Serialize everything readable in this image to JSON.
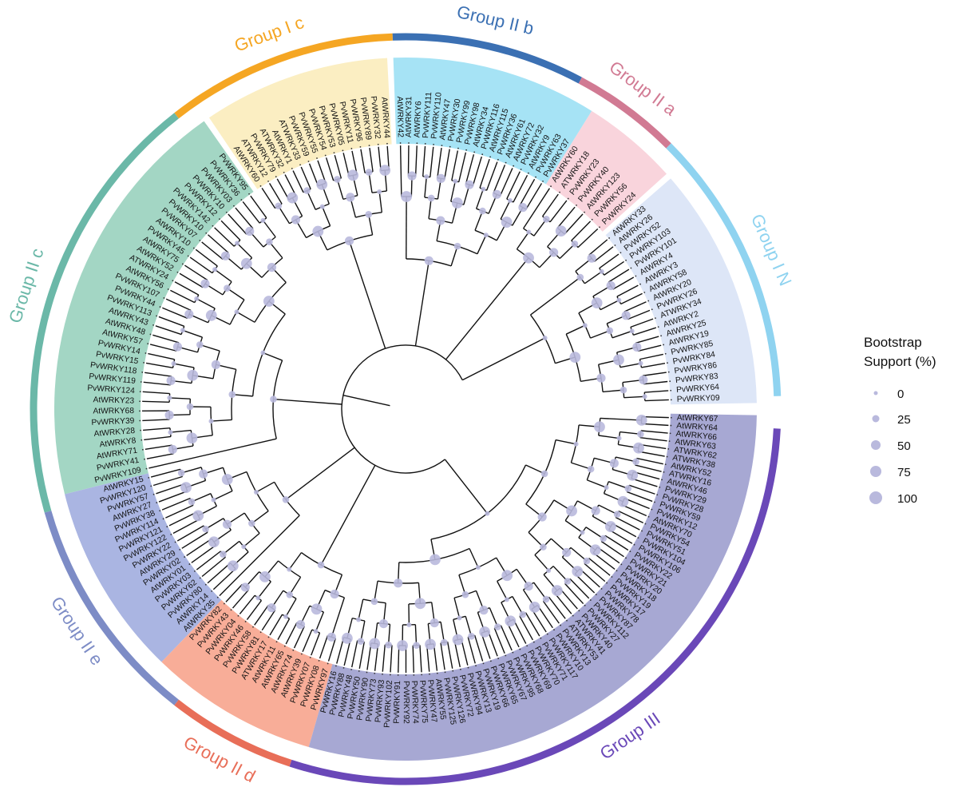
{
  "legend": {
    "title_line1": "Bootstrap",
    "title_line2": "Support (%)",
    "items": [
      "0",
      "25",
      "50",
      "75",
      "100"
    ],
    "color": "#b9b9dd"
  },
  "groups": [
    {
      "id": "IN",
      "label": "Group I N",
      "color": "#8fd3f0",
      "shade": "#dde6f7",
      "tips": [
        "PvWRKY09",
        "PvWRKY64",
        "PvWRKY83",
        "PvWRKY86",
        "PvWRKY84",
        "PvWRKY85",
        "AtWRKY19",
        "AtWRKY25",
        "AtWRKY2",
        "ATWRKY34",
        "PvWRKY26",
        "AtWRKY20",
        "AtWRKY58",
        "AtWRKY3",
        "AtWRKY4",
        "PvWRKY101",
        "PvWRKY103",
        "PvWRKY52",
        "AtWRKY26",
        "AtWRKY33"
      ]
    },
    {
      "id": "IIa",
      "label": "Group  II a",
      "color": "#d17a93",
      "shade": "#f9d4dc",
      "tips": [
        "PvWRKY24",
        "PvWRKY56",
        "AtWRKY123",
        "PvWRKY40",
        "PvWRKY23",
        "ATWRKY18",
        "AtWRKY60"
      ]
    },
    {
      "id": "IIb",
      "label": "Group II b",
      "color": "#3b70b3",
      "shade": "#a6e3f5",
      "tips": [
        "PvWRKY37",
        "PvWRKY63",
        "AtWRKY9",
        "PvWRKY32",
        "AtWRKY72",
        "AtWRKY61",
        "PvWRKY36",
        "AtWRKY115",
        "PvWRKY116",
        "AtWRKY34",
        "PvWRKY98",
        "PvWRKY99",
        "PvWRKY30",
        "AtWRKY47",
        "PvWRKY110",
        "PvWRKY111",
        "AtWRKY6",
        "AtWRKY31",
        "AtWRKY42"
      ]
    },
    {
      "id": "Ic",
      "label": "Group I c",
      "color": "#f5a623",
      "shade": "#fbeec2",
      "tips": [
        "AtWRKY44",
        "PvWRKY32",
        "PvWRKY89",
        "PvWRKY96",
        "PvWRKY11",
        "PvWRKY05",
        "PvWRKY53",
        "PvWRKY54",
        "PvWRKY55",
        "PvWRKY59",
        "ATWRKY33",
        "AtWRKY1",
        "ATWRKY32",
        "PvWRKY79",
        "ATWRKY12",
        "AtWRKY60"
      ]
    },
    {
      "id": "IIc",
      "label": "Group II c",
      "color": "#6bb8a8",
      "shade": "#a3d6c4",
      "tips": [
        "PvWRKY95",
        "PvWRKY36",
        "PvWRKY03",
        "PvWRKY10",
        "PvWRKY12",
        "PvWRKY142",
        "PvWRKY10",
        "PvWRKY07",
        "AtWRKY10",
        "PvWRKY45",
        "AtWRKY75",
        "AtWRKY52",
        "ATWRKY24",
        "AtWRKY56",
        "PvWRKY107",
        "PvWRKY44",
        "PvWRKY113",
        "AtWRKY43",
        "AtWRKY48",
        "AtWRKY57",
        "PvWRKY14",
        "PvWRKY15",
        "PvWRKY118",
        "PvWRKY119",
        "PvWRKY124",
        "AtWRKY23",
        "AtWRKY68",
        "PvWRKY39",
        "AtWRKY28",
        "AtWRKY8",
        "AtWRKY71",
        "PvWRKY41",
        "PvWRKY109"
      ]
    },
    {
      "id": "IIe",
      "label": "Group II e",
      "color": "#7d8cc6",
      "shade": "#aab5e2",
      "tips": [
        "AtWRKY15",
        "PvWRKY120",
        "PvWRKY57",
        "AtWRKY27",
        "PvWRKY38",
        "PvWRKY114",
        "PvWRKY121",
        "PvWRKY122",
        "PvWRKY22",
        "AtWRKY29",
        "PvWRKY02",
        "AtWRKY01",
        "PvWRKY03",
        "PvWRKY62",
        "PvWRKY80",
        "AtWRKY14",
        "AtWRKY35"
      ]
    },
    {
      "id": "IId",
      "label": "Group II d",
      "color": "#e86e58",
      "shade": "#f8ad98",
      "tips": [
        "PvWRKY82",
        "PvWRKY43",
        "PvWRKY04",
        "PvWRKY46",
        "PvWRKY58",
        "PvWRKY81",
        "ATWRKY17",
        "AtWRKY11",
        "AtWRKY65",
        "AtWRKY74",
        "AtWRKY39",
        "PvWRKY07",
        "PvWRKY08",
        "PvWRKY97"
      ]
    },
    {
      "id": "III",
      "label": "Group III",
      "color": "#6a48b8",
      "shade": "#a7a8d3",
      "tips": [
        "PvWRKY16",
        "PvWRKY88",
        "PvWRKY48",
        "PvWRKY50",
        "PvWRKY90",
        "PvWRKY73",
        "PvWRKY93",
        "PvWRKY102",
        "PvWRKY91",
        "PvWRKY92",
        "PvWRKY74",
        "PvWRKY75",
        "PvWRKY47",
        "AtWRKY55",
        "PvWRKY125",
        "PvWRKY126",
        "PvWRKY72",
        "PvWRKY94",
        "PvWRKY13",
        "PvWRKY19",
        "PvWRKY66",
        "PvWRKY65",
        "PvWRKY67",
        "PvWRKY95",
        "PvWRKY68",
        "PvWRKY69",
        "PvWRKY70",
        "PvWRKY71",
        "PvWRKY117",
        "PvWRKY10",
        "PvWRKY13",
        "ATWRKY53",
        "ATWRKY41",
        "PvWRKY40",
        "PvWRKY27",
        "PvWRKY112",
        "PvWRKY87",
        "PvWRKY78",
        "PvWRKY17",
        "PvWRKY19",
        "PvWRKY18",
        "PvWRKY20",
        "PvWRKY21",
        "PvWRKY22",
        "PvWRKY106",
        "PvWRKY104",
        "PvWRKY51",
        "PvWRKY54",
        "AtWRKY70",
        "PvWRKY12",
        "PvWRKY59",
        "PvWRKY28",
        "PvWRKY29",
        "AtWRKY46",
        "ATWRKY16",
        "AtWRKY52",
        "ATWRKY38",
        "ATWRKY62",
        "AtWRKY63",
        "AtWRKY66",
        "AtWRKY64",
        "AtWRKY67"
      ]
    }
  ]
}
